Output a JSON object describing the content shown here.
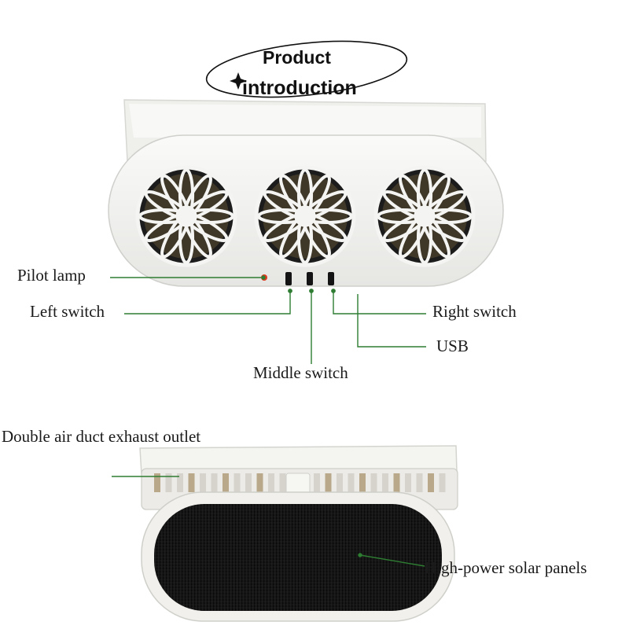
{
  "header": {
    "title_line1": "Product",
    "title_line2": "introduction"
  },
  "top_device": {
    "callouts": {
      "pilot_lamp": "Pilot lamp",
      "left_switch": "Left switch",
      "middle_switch": "Middle switch",
      "right_switch": "Right switch",
      "usb": "USB"
    }
  },
  "bottom_device": {
    "callouts": {
      "exhaust_outlet": "Double air duct exhaust outlet",
      "solar_panels": "High-power solar panels"
    }
  },
  "colors": {
    "leader_line": "#2e7d32",
    "device_body": "#f1f1ef",
    "fan_dark": "#1c1c1c",
    "solar_panel": "#121212",
    "pilot_lamp": "#e03a1e"
  }
}
